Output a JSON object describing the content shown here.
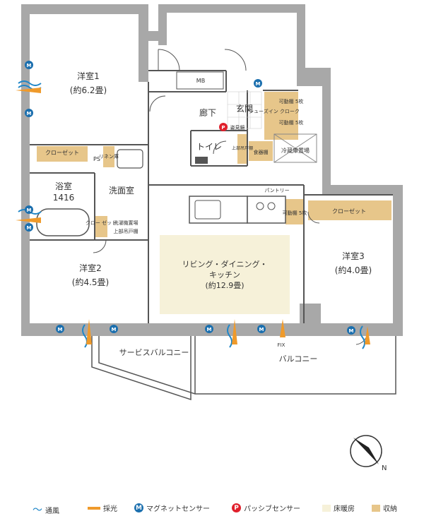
{
  "rooms": {
    "bedroom1_name": "洋室1",
    "bedroom1_size": "(約6.2畳)",
    "bedroom2_name": "洋室2",
    "bedroom2_size": "(約4.5畳)",
    "bedroom3_name": "洋室3",
    "bedroom3_size": "(約4.0畳)",
    "ldk_line1": "リビング・ダイニング・",
    "ldk_line2": "キッチン",
    "ldk_size": "(約12.9畳)",
    "bath_name": "浴室",
    "bath_size": "1416",
    "washroom": "洗面室",
    "corridor": "廊下",
    "entrance": "玄関",
    "toilet": "トイレ",
    "service_balcony": "サービスバルコニー",
    "balcony": "バルコニー"
  },
  "storage": {
    "closet_top": "クローゼット",
    "closet_right": "クローゼット",
    "closet_small": "クロー\nゼット",
    "ps": "PS",
    "mb": "MB",
    "linen": "リネン庫",
    "shoes_in_closet": "シューズイン\nクローク",
    "movable_shelf_a": "可動棚\n5枚",
    "movable_shelf_b": "可動棚\n5枚",
    "movable_shelf_c": "可動棚\n5枚",
    "dish_shelf": "食器棚",
    "fridge": "冷蔵庫置場",
    "pantry": "パントリー",
    "washer": "洗濯機置場",
    "upper_cabinet": "上部吊戸棚",
    "upper_cabinet_toilet": "上部吊戸棚",
    "mirror": "姿見鏡",
    "fix": "FIX"
  },
  "legend": {
    "ventilation": "通風",
    "daylight": "採光",
    "magnet_sensor": "マグネットセンサー",
    "passive_sensor": "パッシブセンサー",
    "floor_heating": "床暖房",
    "storage": "収納"
  },
  "markers": {
    "magnet_letter": "M",
    "passive_letter": "P",
    "north": "N"
  },
  "colors": {
    "wall": "#a8a8a8",
    "floor_heating": "#f6f1d9",
    "storage": "#e7c68a",
    "magnet": "#1b6fae",
    "passive": "#e0202c",
    "wind": "#1f86c8",
    "light": "#ef9a2b"
  }
}
